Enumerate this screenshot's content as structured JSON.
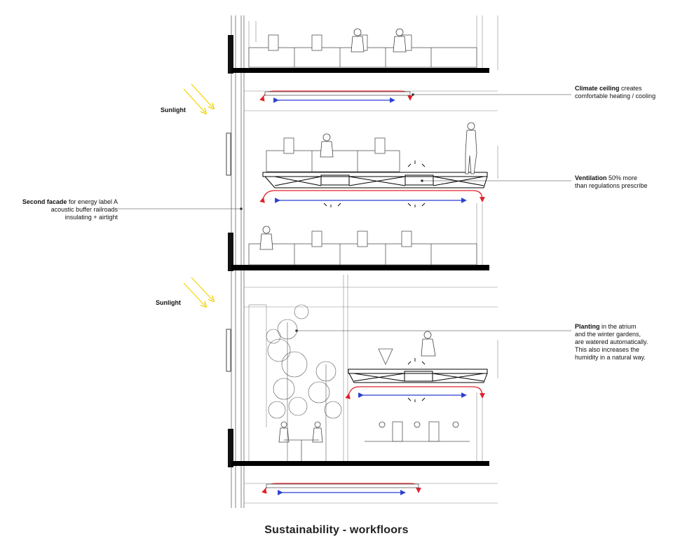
{
  "caption": "Sustainability - workfloors",
  "sunlight_labels": [
    "Sunlight",
    "Sunlight"
  ],
  "annotations": {
    "climate_ceiling": {
      "bold": "Climate ceiling",
      "rest": "creates",
      "line2": "comfortable heating / cooling"
    },
    "ventilation": {
      "bold": "Ventilation",
      "rest": "50% more",
      "line2": "than regulations prescribe"
    },
    "second_facade": {
      "bold": "Second facade",
      "rest": "for energy label A",
      "line2": "acoustic buffer railroads",
      "line3": "insulating + airtight"
    },
    "planting": {
      "bold": "Planting",
      "rest": "in the atrium",
      "line2": "and the winter gardens,",
      "line3": "are watered automatically.",
      "line4": "This also increases the",
      "line5": "humidity in a natural way."
    }
  },
  "colors": {
    "warm_air": "#e0202a",
    "cool_air": "#2a3fd4",
    "sunlight": "#f2d400",
    "structure": "#000000",
    "line": "#777777"
  }
}
